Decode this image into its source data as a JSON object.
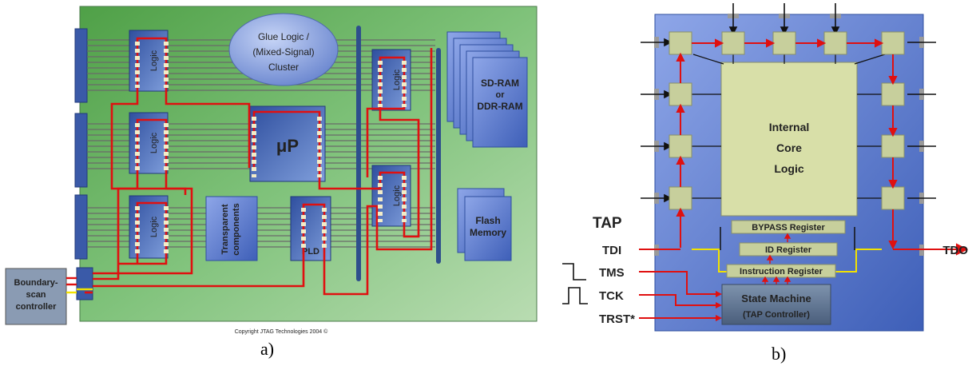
{
  "panel_a": {
    "glue_logic": [
      "Glue Logic /",
      "(Mixed-Signal)",
      "Cluster"
    ],
    "logic_label": "Logic",
    "up_label": "μP",
    "transparent": [
      "Transparent",
      "components"
    ],
    "pld_label": "PLD",
    "sdram": [
      "SD-RAM",
      "or",
      "DDR-RAM"
    ],
    "flash": [
      "Flash",
      "Memory"
    ],
    "bsc": [
      "Boundary-",
      "scan",
      "controller"
    ],
    "copyright": "Copyright JTAG Technologies 2004 ©",
    "caption": "a)"
  },
  "panel_b": {
    "core": [
      "Internal",
      "Core",
      "Logic"
    ],
    "bypass": "BYPASS Register",
    "id_reg": "ID Register",
    "instr": "Instruction Register",
    "sm": [
      "State Machine",
      "(TAP Controller)"
    ],
    "tap": "TAP",
    "tdi": "TDI",
    "tms": "TMS",
    "tck": "TCK",
    "trst": "TRST*",
    "tdo": "TDO",
    "caption": "b)"
  },
  "colors": {
    "board": "#6fb86a",
    "chip_blue": "#3f63b5",
    "trace_red": "#e01010",
    "cell": "#c7cf9c",
    "core": "#d8dfa8"
  }
}
